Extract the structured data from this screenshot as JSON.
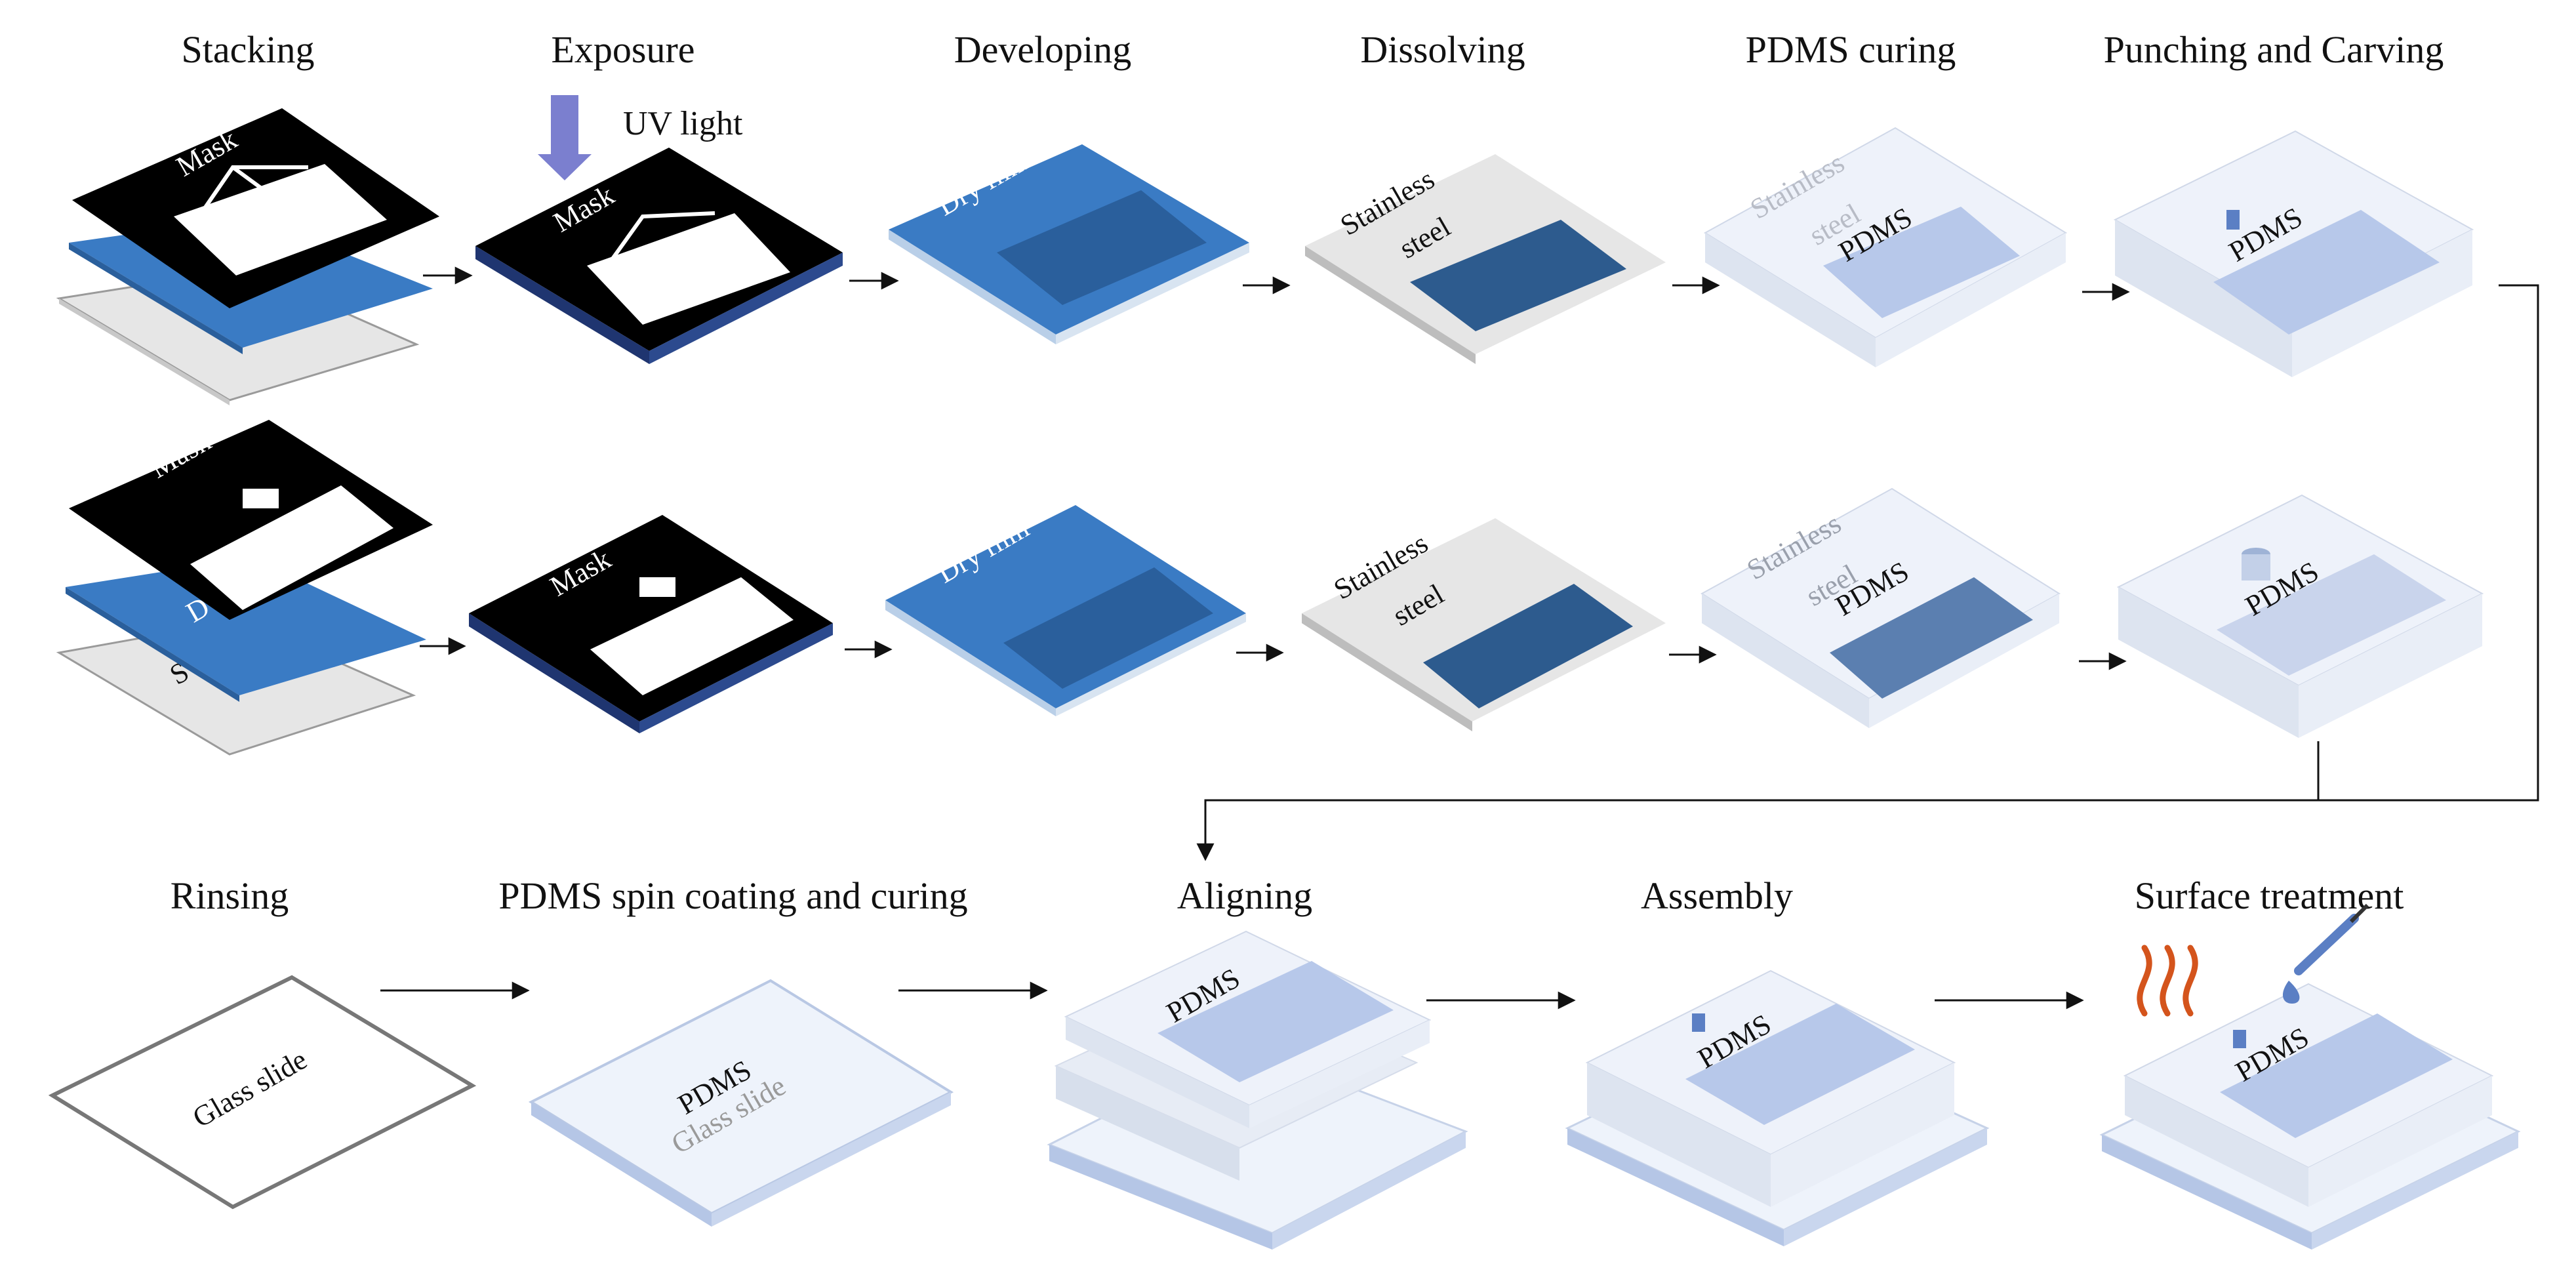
{
  "steps": {
    "stacking": "Stacking",
    "exposure": "Exposure",
    "developing": "Developing",
    "dissolving": "Dissolving",
    "pdms_curing": "PDMS curing",
    "punching": "Punching and Carving",
    "rinsing": "Rinsing",
    "spin_coating": "PDMS spin coating and curing",
    "aligning": "Aligning",
    "assembly": "Assembly",
    "surface": "Surface treatment"
  },
  "labels": {
    "uv_light": "UV light",
    "mask": "Mask",
    "dry_film": "Dry film",
    "stainless": "Stainless",
    "steel": "steel",
    "pdms": "PDMS",
    "glass_slide": "Glass slide",
    "stack_d": "D",
    "stack_s": "S"
  },
  "colors": {
    "mask": "#000000",
    "dry_film": "#3a7bc4",
    "dry_film_dark": "#2a5f9c",
    "steel": "#e6e6e6",
    "steel_pattern": "#2d5b8e",
    "pdms": "#dfe7f4",
    "pdms_chip": "#b7c8ea",
    "uv": "#7b7fcf",
    "flame": "#d4541c"
  }
}
